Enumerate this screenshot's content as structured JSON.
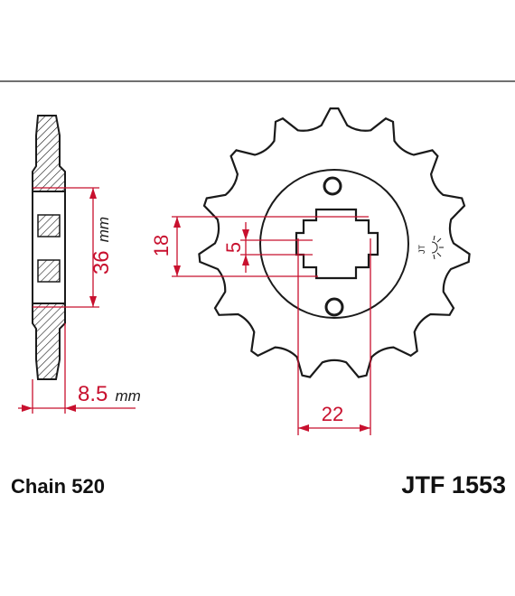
{
  "colors": {
    "outline": "#1a1a1a",
    "dimension": "#c8102e",
    "background": "#ffffff"
  },
  "side_view": {
    "width_value": "36",
    "width_unit": "mm",
    "thickness_value": "8.5",
    "thickness_unit": "mm"
  },
  "front_view": {
    "teeth": 15,
    "bore_height": "18",
    "key_height": "5",
    "bore_width": "22",
    "stamp_mark": "JT",
    "stamp_icon": "sun-icon"
  },
  "captions": {
    "chain": "Chain 520",
    "part_number": "JTF 1553"
  }
}
